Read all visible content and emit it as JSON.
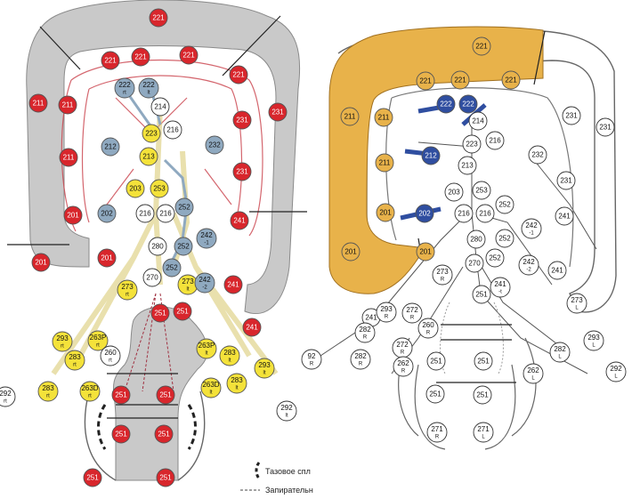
{
  "legend": {
    "pelvic_plexus": "Тазовое спл",
    "obturator": "Запирательн"
  },
  "colors": {
    "colon_left": "#c9c9c9",
    "colon_right_fill": "#e8b24a",
    "red_node": "#d8262c",
    "blue_node": "#8fa9c0",
    "yellow_node": "#f4e23a",
    "white_node": "#ffffff",
    "dark_blue_node": "#2f4ea0",
    "orange_node": "#e8b24a",
    "yellow_vessel": "#f7ee9a",
    "red_vessel": "#c9404a"
  },
  "left_diagram": {
    "nodes": [
      {
        "label": "221",
        "sub": "",
        "color": "red"
      },
      {
        "label": "221",
        "sub": "",
        "color": "red"
      },
      {
        "label": "221",
        "sub": "",
        "color": "red"
      },
      {
        "label": "221",
        "sub": "",
        "color": "red"
      },
      {
        "label": "211",
        "sub": "",
        "color": "red"
      },
      {
        "label": "211",
        "sub": "",
        "color": "red"
      },
      {
        "label": "222",
        "sub": "rt",
        "color": "blue"
      },
      {
        "label": "222",
        "sub": "lt",
        "color": "blue"
      },
      {
        "label": "214",
        "sub": "",
        "color": "white"
      },
      {
        "label": "221",
        "sub": "",
        "color": "red"
      },
      {
        "label": "231",
        "sub": "",
        "color": "red"
      },
      {
        "label": "231",
        "sub": "",
        "color": "red"
      },
      {
        "label": "223",
        "sub": "",
        "color": "yellow"
      },
      {
        "label": "216",
        "sub": "",
        "color": "white"
      },
      {
        "label": "212",
        "sub": "",
        "color": "blue"
      },
      {
        "label": "232",
        "sub": "",
        "color": "blue"
      },
      {
        "label": "211",
        "sub": "",
        "color": "red"
      },
      {
        "label": "213",
        "sub": "",
        "color": "yellow"
      },
      {
        "label": "231",
        "sub": "",
        "color": "red"
      },
      {
        "label": "203",
        "sub": "",
        "color": "yellow"
      },
      {
        "label": "253",
        "sub": "",
        "color": "yellow"
      },
      {
        "label": "202",
        "sub": "",
        "color": "blue"
      },
      {
        "label": "216",
        "sub": "",
        "color": "white"
      },
      {
        "label": "216",
        "sub": "",
        "color": "white"
      },
      {
        "label": "252",
        "sub": "",
        "color": "blue"
      },
      {
        "label": "201",
        "sub": "",
        "color": "red"
      },
      {
        "label": "241",
        "sub": "",
        "color": "red"
      },
      {
        "label": "242",
        "sub": "-1",
        "color": "blue"
      },
      {
        "label": "280",
        "sub": "",
        "color": "white"
      },
      {
        "label": "252",
        "sub": "",
        "color": "blue"
      },
      {
        "label": "201",
        "sub": "",
        "color": "red"
      },
      {
        "label": "201",
        "sub": "",
        "color": "red"
      },
      {
        "label": "252",
        "sub": "",
        "color": "blue"
      },
      {
        "label": "270",
        "sub": "",
        "color": "white"
      },
      {
        "label": "273",
        "sub": "rt",
        "color": "yellow"
      },
      {
        "label": "273",
        "sub": "lt",
        "color": "yellow"
      },
      {
        "label": "242",
        "sub": "-2",
        "color": "blue"
      },
      {
        "label": "241",
        "sub": "",
        "color": "red"
      },
      {
        "label": "251",
        "sub": "",
        "color": "red"
      },
      {
        "label": "251",
        "sub": "",
        "color": "red"
      },
      {
        "label": "241",
        "sub": "",
        "color": "red"
      },
      {
        "label": "293",
        "sub": "rt",
        "color": "yellow"
      },
      {
        "label": "263P",
        "sub": "rt",
        "color": "yellow"
      },
      {
        "label": "283",
        "sub": "rt",
        "color": "yellow"
      },
      {
        "label": "260",
        "sub": "rt",
        "color": "white"
      },
      {
        "label": "263P",
        "sub": "lt",
        "color": "yellow"
      },
      {
        "label": "283",
        "sub": "lt",
        "color": "yellow"
      },
      {
        "label": "293",
        "sub": "lt",
        "color": "yellow"
      },
      {
        "label": "292",
        "sub": "rt",
        "color": "white"
      },
      {
        "label": "283",
        "sub": "rt",
        "color": "yellow"
      },
      {
        "label": "263D",
        "sub": "rt",
        "color": "yellow"
      },
      {
        "label": "251",
        "sub": "",
        "color": "red"
      },
      {
        "label": "251",
        "sub": "",
        "color": "red"
      },
      {
        "label": "263D",
        "sub": "lt",
        "color": "yellow"
      },
      {
        "label": "283",
        "sub": "lt",
        "color": "yellow"
      },
      {
        "label": "292",
        "sub": "lt",
        "color": "white"
      },
      {
        "label": "251",
        "sub": "",
        "color": "red"
      },
      {
        "label": "251",
        "sub": "",
        "color": "red"
      },
      {
        "label": "251",
        "sub": "",
        "color": "red"
      },
      {
        "label": "251",
        "sub": "",
        "color": "red"
      }
    ]
  },
  "right_diagram": {
    "nodes": [
      {
        "label": "221",
        "sub": "",
        "color": "orange"
      },
      {
        "label": "221",
        "sub": "",
        "color": "orange"
      },
      {
        "label": "221",
        "sub": "",
        "color": "orange"
      },
      {
        "label": "221",
        "sub": "",
        "color": "orange"
      },
      {
        "label": "211",
        "sub": "",
        "color": "orange"
      },
      {
        "label": "211",
        "sub": "",
        "color": "orange"
      },
      {
        "label": "222",
        "sub": "",
        "color": "darkblue"
      },
      {
        "label": "222",
        "sub": "",
        "color": "darkblue"
      },
      {
        "label": "214",
        "sub": "",
        "color": "white"
      },
      {
        "label": "231",
        "sub": "",
        "color": "white"
      },
      {
        "label": "231",
        "sub": "",
        "color": "white"
      },
      {
        "label": "223",
        "sub": "",
        "color": "white"
      },
      {
        "label": "216",
        "sub": "",
        "color": "white"
      },
      {
        "label": "212",
        "sub": "",
        "color": "darkblue"
      },
      {
        "label": "232",
        "sub": "",
        "color": "white"
      },
      {
        "label": "213",
        "sub": "",
        "color": "white"
      },
      {
        "label": "211",
        "sub": "",
        "color": "orange"
      },
      {
        "label": "231",
        "sub": "",
        "color": "white"
      },
      {
        "label": "203",
        "sub": "",
        "color": "white"
      },
      {
        "label": "253",
        "sub": "",
        "color": "white"
      },
      {
        "label": "252",
        "sub": "",
        "color": "white"
      },
      {
        "label": "242",
        "sub": "-1",
        "color": "white"
      },
      {
        "label": "241",
        "sub": "",
        "color": "white"
      },
      {
        "label": "201",
        "sub": "",
        "color": "orange"
      },
      {
        "label": "202",
        "sub": "",
        "color": "darkblue"
      },
      {
        "label": "216",
        "sub": "",
        "color": "white"
      },
      {
        "label": "216",
        "sub": "",
        "color": "white"
      },
      {
        "label": "201",
        "sub": "",
        "color": "orange"
      },
      {
        "label": "201",
        "sub": "",
        "color": "orange"
      },
      {
        "label": "280",
        "sub": "",
        "color": "white"
      },
      {
        "label": "252",
        "sub": "",
        "color": "white"
      },
      {
        "label": "270",
        "sub": "",
        "color": "white"
      },
      {
        "label": "252",
        "sub": "",
        "color": "white"
      },
      {
        "label": "242",
        "sub": "-2",
        "color": "white"
      },
      {
        "label": "241",
        "sub": "",
        "color": "white"
      },
      {
        "label": "273",
        "sub": "R",
        "color": "white"
      },
      {
        "label": "251",
        "sub": "",
        "color": "white"
      },
      {
        "label": "241",
        "sub": "-t",
        "color": "white"
      },
      {
        "label": "273",
        "sub": "L",
        "color": "white"
      },
      {
        "label": "241",
        "sub": "",
        "color": "white"
      },
      {
        "label": "293",
        "sub": "R",
        "color": "white"
      },
      {
        "label": "272",
        "sub": "R",
        "color": "white"
      },
      {
        "label": "260",
        "sub": "R",
        "color": "white"
      },
      {
        "label": "282",
        "sub": "R",
        "color": "white"
      },
      {
        "label": "272",
        "sub": "R",
        "color": "white"
      },
      {
        "label": "282",
        "sub": "R",
        "color": "white"
      },
      {
        "label": "262",
        "sub": "R",
        "color": "white"
      },
      {
        "label": "251",
        "sub": "",
        "color": "white"
      },
      {
        "label": "251",
        "sub": "",
        "color": "white"
      },
      {
        "label": "282",
        "sub": "L",
        "color": "white"
      },
      {
        "label": "293",
        "sub": "L",
        "color": "white"
      },
      {
        "label": "92",
        "sub": "R",
        "color": "white"
      },
      {
        "label": "262",
        "sub": "L",
        "color": "white"
      },
      {
        "label": "292",
        "sub": "L",
        "color": "white"
      },
      {
        "label": "251",
        "sub": "",
        "color": "white"
      },
      {
        "label": "251",
        "sub": "",
        "color": "white"
      },
      {
        "label": "271",
        "sub": "R",
        "color": "white"
      },
      {
        "label": "271",
        "sub": "L",
        "color": "white"
      }
    ]
  }
}
